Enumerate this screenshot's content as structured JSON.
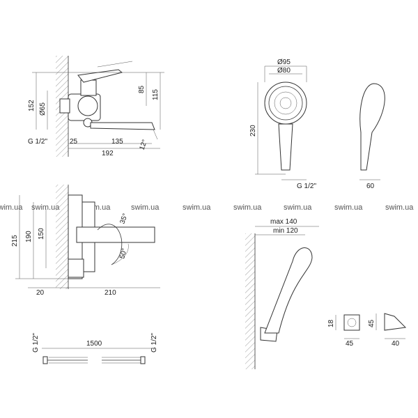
{
  "watermark": "swim.ua",
  "top_left_view": {
    "d152": "152",
    "d65": "Ø65",
    "d85": "85",
    "d115": "115",
    "thread": "G 1/2\"",
    "d25": "25",
    "d135": "135",
    "d192": "192",
    "angle": "12°"
  },
  "shower_head": {
    "d95": "Ø95",
    "d80": "Ø80",
    "d230": "230",
    "thread": "G 1/2\"",
    "d60": "60"
  },
  "side_view": {
    "d215": "215",
    "d190": "190",
    "d150": "150",
    "angle35": "35°",
    "angle50": "50°",
    "d20": "20",
    "d210": "210"
  },
  "holder_view": {
    "max": "max 140",
    "min": "min 120"
  },
  "bracket": {
    "d18": "18",
    "d45a": "45",
    "d45b": "45",
    "d40": "40"
  },
  "hose": {
    "thread_left": "G 1/2\"",
    "length": "1500",
    "thread_right": "G 1/2\""
  }
}
